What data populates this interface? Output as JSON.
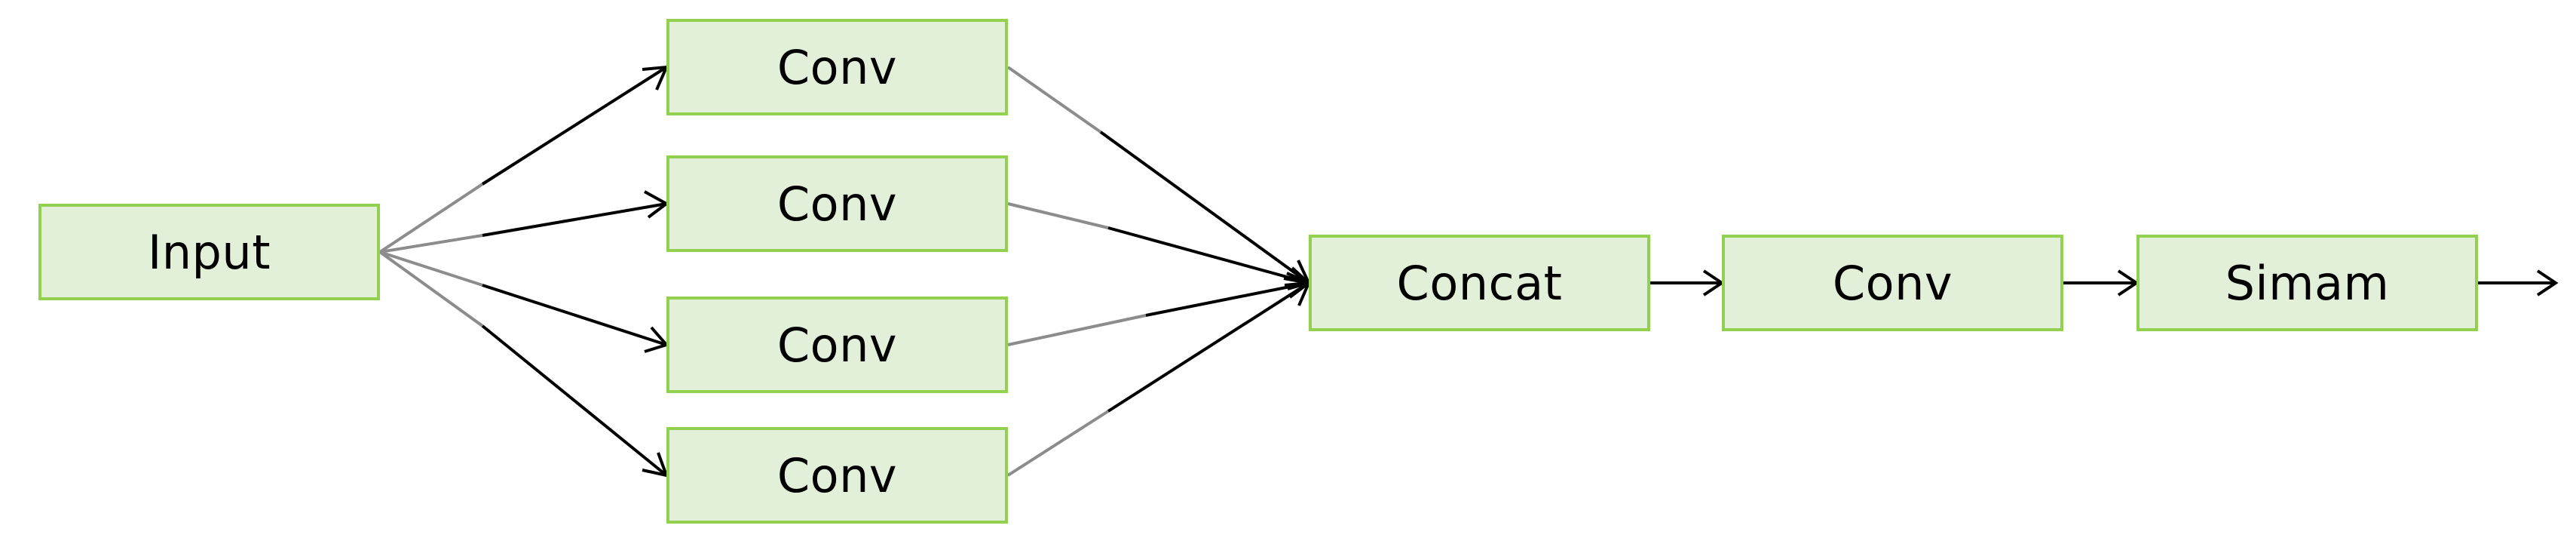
{
  "nodes": {
    "input": "Input",
    "conv_1": "Conv",
    "conv_2": "Conv",
    "conv_3": "Conv",
    "conv_4": "Conv",
    "concat": "Concat",
    "conv_5": "Conv",
    "simam": "Simam"
  },
  "colors": {
    "node_fill": "#e2f0d9",
    "node_border": "#92d050",
    "edge_in": "#000000",
    "edge_out": "#8c8c8c"
  }
}
